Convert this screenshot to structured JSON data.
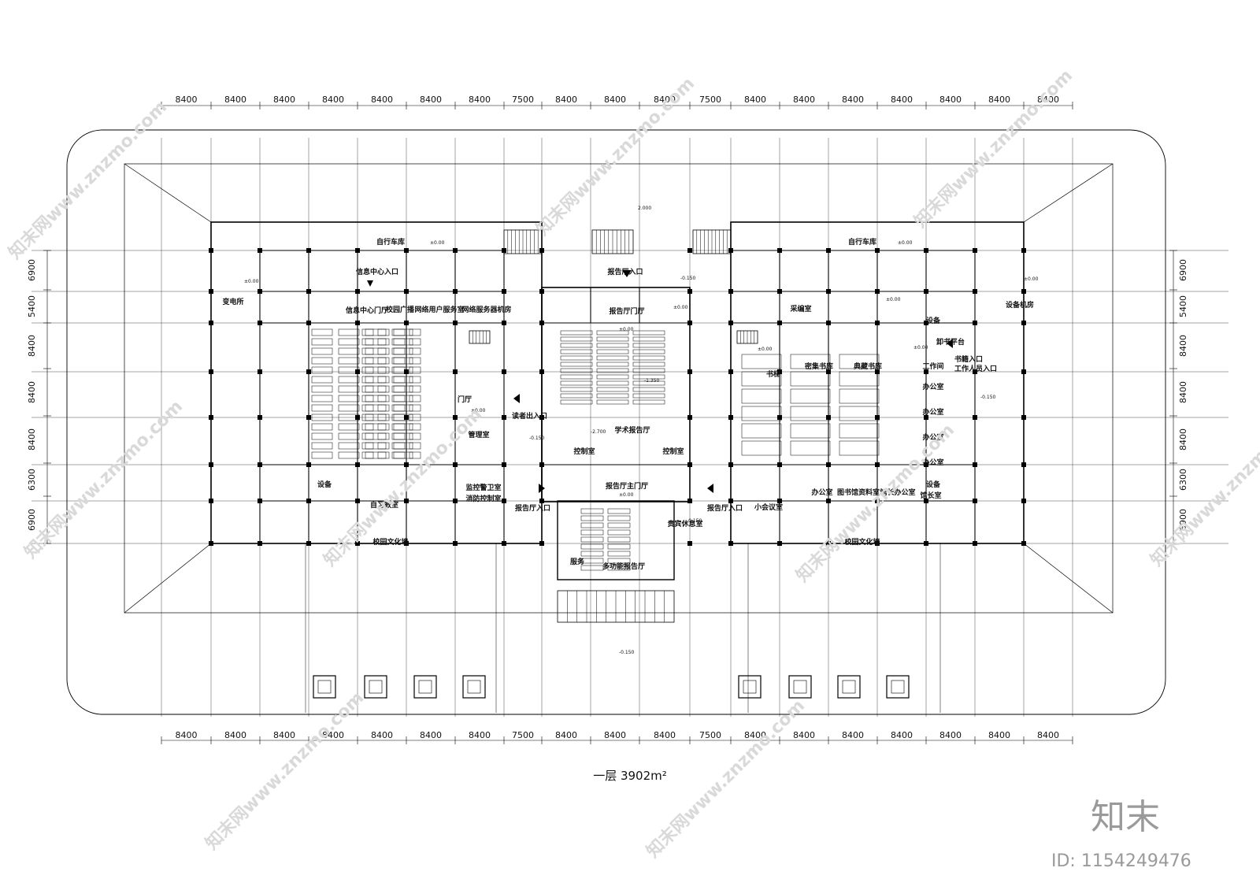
{
  "drawing": {
    "caption": "一层  3902m²",
    "dimensions_top": [
      "8400",
      "8400",
      "8400",
      "8400",
      "8400",
      "8400",
      "8400",
      "7500",
      "8400",
      "8400",
      "8400",
      "7500",
      "8400",
      "8400",
      "8400",
      "8400",
      "8400",
      "8400",
      "8400"
    ],
    "dimensions_bottom": [
      "8400",
      "8400",
      "8400",
      "8400",
      "8400",
      "8400",
      "8400",
      "7500",
      "8400",
      "8400",
      "8400",
      "7500",
      "8400",
      "8400",
      "8400",
      "8400",
      "8400",
      "8400",
      "8400"
    ],
    "dimensions_left": [
      "6900",
      "5400",
      "8400",
      "8400",
      "8400",
      "6300",
      "6900"
    ],
    "dimensions_right": [
      "6900",
      "5400",
      "8400",
      "8400",
      "8400",
      "6300",
      "6900"
    ],
    "rooms": {
      "bike_left": "自行车库",
      "bike_right": "自行车库",
      "substation": "变电所",
      "info_entrance": "信息中心入口",
      "info_lobby": "信息中心门厅",
      "campus_broadcast": "校园广播",
      "network_user_service": "网络用户服务室",
      "network_server": "网络服务器机房",
      "hall_entrance_north": "报告厅入口",
      "hall_foyer": "报告厅门厅",
      "academic_hall": "学术报告厅",
      "control_left": "控制室",
      "control_right": "控制室",
      "hall_main_foyer": "报告厅主门厅",
      "hall_entrance_left": "报告厅入口",
      "hall_entrance_right": "报告厅入口",
      "vip_lounge": "贵宾休息室",
      "service": "服务",
      "multi_hall": "多功能报告厅",
      "lobby": "门厅",
      "reader_entrance": "读者出入口",
      "admin": "管理室",
      "security_room": "监控警卫室",
      "fire_control": "消防控制室",
      "equipment_left": "设备",
      "study_room": "自习教室",
      "culture_wall_left": "校园文化墙",
      "culture_wall_right": "校园文化墙",
      "acquisition": "采编室",
      "equipment_room": "设备机房",
      "equipment_right_a": "设备",
      "equipment_right_b": "设备",
      "book_unloading": "卸书平台",
      "book_entrance": "书籍入口",
      "staff_entrance": "工作人员入口",
      "workroom": "工作间",
      "office_1": "办公室",
      "office_2": "办公室",
      "office_3": "办公室",
      "office_4": "办公室",
      "office_5": "办公室",
      "dense_stack": "密集书库",
      "rare_stack": "典藏书库",
      "book_lift": "书梯",
      "small_meeting": "小会议室",
      "library_archive": "图书馆资料室",
      "deputy_director": "馆长办公室",
      "director": "馆长室"
    },
    "levels": {
      "a": "±0.00",
      "b": "±0.00",
      "c": "±0.00",
      "d": "±0.00",
      "e": "±0.00",
      "f": "±0.00",
      "g": "±0.00",
      "h": "±0.00",
      "i": "±0.00",
      "j": "±0.00",
      "k": "±0.00",
      "m1": "-0.150",
      "m2": "-0.150",
      "m3": "-0.150",
      "m4": "-0.150",
      "m5": "-1.350",
      "m6": "-2.700",
      "m7": "2.000",
      "m8": "-0.150"
    },
    "watermark": {
      "text": "知末网www.znzmo.com",
      "brand": "知末",
      "image_id": "ID: 1154249476"
    }
  }
}
